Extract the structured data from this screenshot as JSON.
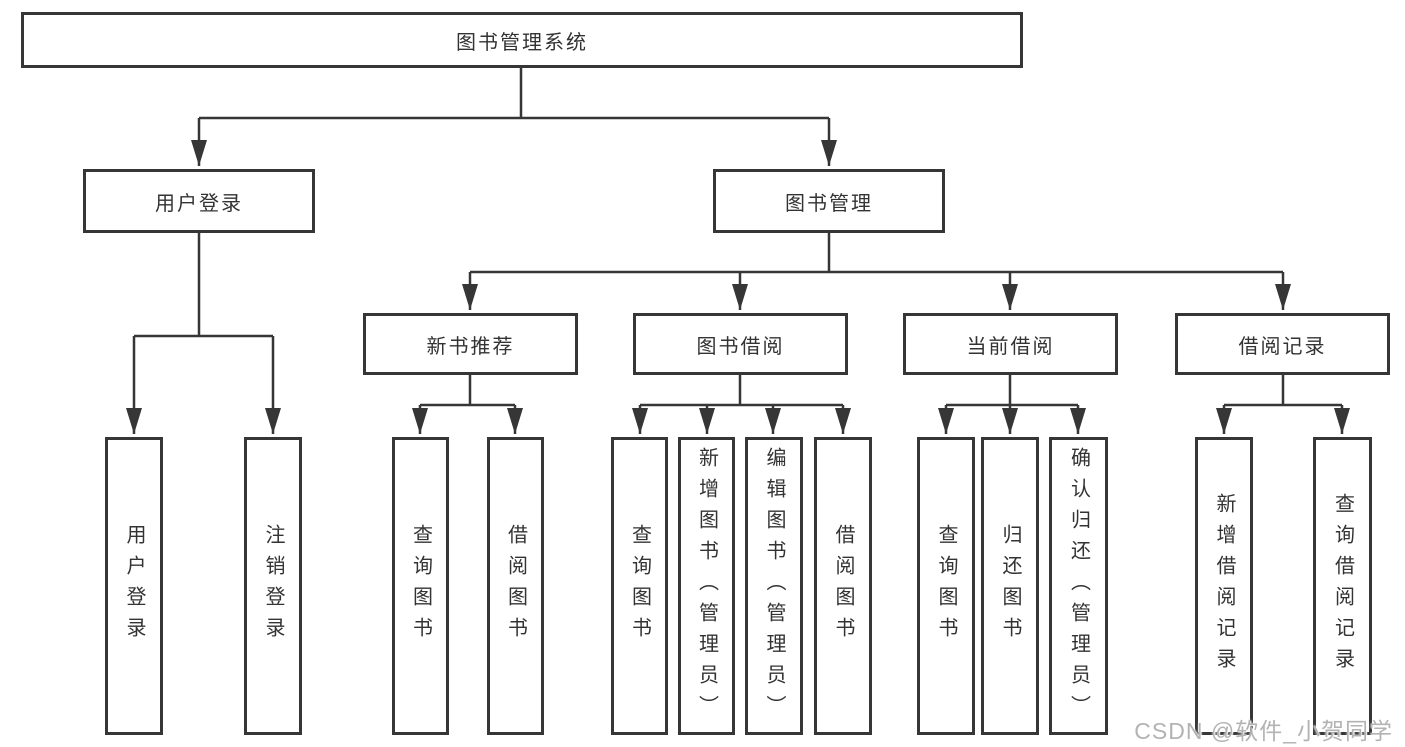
{
  "watermark": "CSDN @软件_小贺同学",
  "colors": {
    "line": "#363636",
    "box_border": "#363636",
    "text": "#333333",
    "watermark": "#b3b3b3",
    "background": "#ffffff"
  },
  "tree": {
    "label": "图书管理系统",
    "children": [
      {
        "label": "用户登录",
        "children": [
          {
            "label": "用户登录"
          },
          {
            "label": "注销登录"
          }
        ]
      },
      {
        "label": "图书管理",
        "children": [
          {
            "label": "新书推荐",
            "children": [
              {
                "label": "查询图书"
              },
              {
                "label": "借阅图书"
              }
            ]
          },
          {
            "label": "图书借阅",
            "children": [
              {
                "label": "查询图书"
              },
              {
                "label": "新增图书（管理员）"
              },
              {
                "label": "编辑图书（管理员）"
              },
              {
                "label": "借阅图书"
              }
            ]
          },
          {
            "label": "当前借阅",
            "children": [
              {
                "label": "查询图书"
              },
              {
                "label": "归还图书"
              },
              {
                "label": "确认归还（管理员）"
              }
            ]
          },
          {
            "label": "借阅记录",
            "children": [
              {
                "label": "新增借阅记录"
              },
              {
                "label": "查询借阅记录"
              }
            ]
          }
        ]
      }
    ]
  }
}
